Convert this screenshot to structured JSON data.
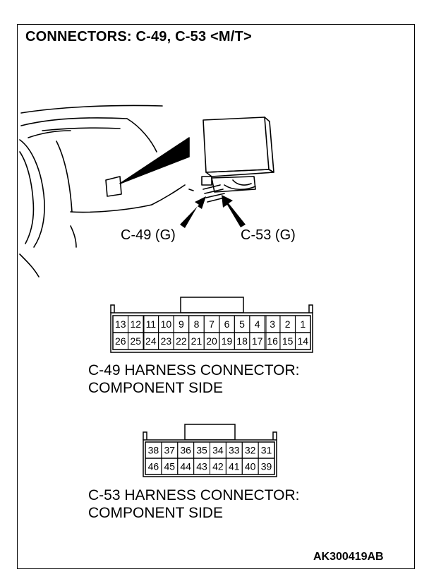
{
  "title": "CONNECTORS: C-49, C-53 <M/T>",
  "callouts": {
    "c49": "C-49 (G)",
    "c53": "C-53 (G)"
  },
  "c49": {
    "caption_line1": "C-49 HARNESS CONNECTOR:",
    "caption_line2": "COMPONENT SIDE",
    "row1": [
      "13",
      "12",
      "11",
      "10",
      "9",
      "8",
      "7",
      "6",
      "5",
      "4",
      "3",
      "2",
      "1"
    ],
    "row2": [
      "26",
      "25",
      "24",
      "23",
      "22",
      "21",
      "20",
      "19",
      "18",
      "17",
      "16",
      "15",
      "14"
    ]
  },
  "c53": {
    "caption_line1": "C-53 HARNESS CONNECTOR:",
    "caption_line2": "COMPONENT SIDE",
    "row1": [
      "38",
      "37",
      "36",
      "35",
      "34",
      "33",
      "32",
      "31"
    ],
    "row2": [
      "46",
      "45",
      "44",
      "43",
      "42",
      "41",
      "40",
      "39"
    ]
  },
  "figure_id": "AK300419AB"
}
